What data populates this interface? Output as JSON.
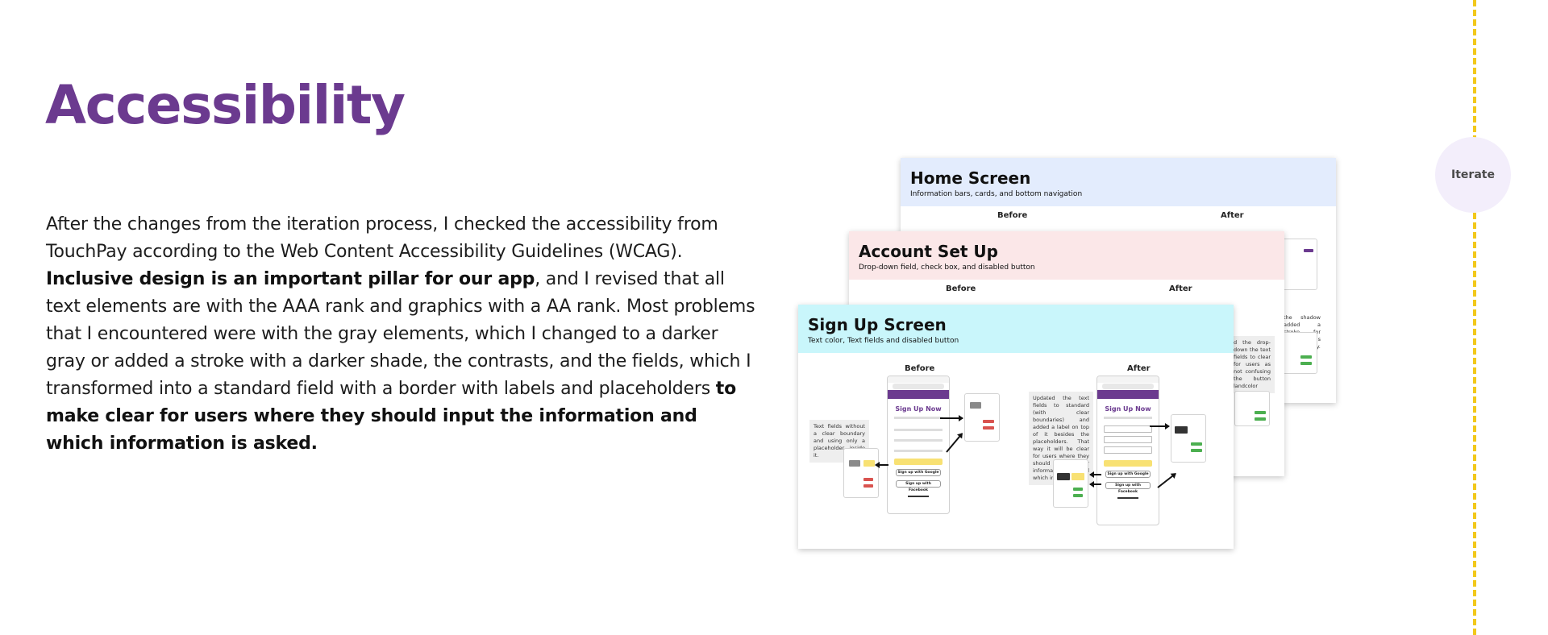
{
  "page": {
    "title": "Accessibility",
    "paragraph": {
      "p1": "After the changes from the iteration process, I checked the accessibility from TouchPay according to the Web Content Accessibility Guidelines (WCAG). ",
      "b1": "Inclusive design is an important pillar for our app",
      "p2": ", and I revised that all text elements are with the AAA rank and graphics with a AA rank. Most problems that I encountered were with the gray elements, which I changed to a darker gray or added a stroke with a darker shade, the contrasts, and the fields, which I transformed into a standard field with a border with labels and placeholders ",
      "b2": "to make clear for users where they should input the information and which information is asked."
    }
  },
  "slides": {
    "home": {
      "title": "Home Screen",
      "subtitle": "Information bars, cards, and bottom navigation",
      "before": "Before",
      "after": "After",
      "note": "the shadow added a stroke for users as shade of gray."
    },
    "account": {
      "title": "Account Set Up",
      "subtitle": "Drop-down field, check box, and disabled button",
      "before": "Before",
      "after": "After",
      "note": "d the drop-down the text fields to clear for users as not confusing the button landcolor"
    },
    "signup": {
      "title": "Sign Up Screen",
      "subtitle": "Text color, Text fields and disabled button",
      "before": "Before",
      "after": "After",
      "phone_title": "Sign Up Now",
      "google": "Sign up with Google",
      "facebook": "Sign up with Facebook",
      "note_before": "Text fields without a clear boundary and using only a placeholder inside it.",
      "note_after": "Updated the text fields to standard (with clear boundaries) and added a label on top of it besides the placeholders. That way it will be clear for users where they should write their information and which information."
    }
  },
  "nav": {
    "iterate": "Iterate"
  },
  "colors": {
    "title": "#6b3a8f",
    "dashed_line": "#f2c81a",
    "home_header": "#e3ecfd",
    "account_header": "#fbe7e8",
    "signup_header": "#c9f6fb",
    "iterate_bg": "#f3eefb"
  }
}
